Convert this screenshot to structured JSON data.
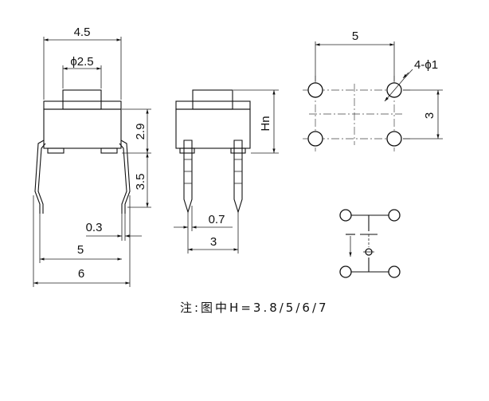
{
  "front_view": {
    "width_top": "4.5",
    "actuator_dia": "ϕ2.5",
    "body_height": "2.9",
    "pin_length": "3.5",
    "pin_thickness": "0.3",
    "pin_span_inner": "5",
    "pin_span_outer": "6"
  },
  "side_view": {
    "height_label": "Hn",
    "pin_width": "0.7",
    "pin_pitch": "3"
  },
  "footprint": {
    "pitch_x": "5",
    "pitch_y": "3",
    "hole_callout": "4-ϕ1"
  },
  "note": "注:图中H=3.8/5/6/7"
}
